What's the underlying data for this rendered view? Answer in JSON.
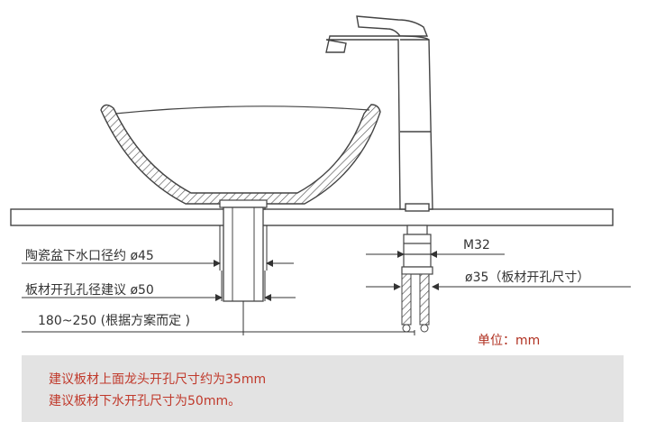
{
  "labels": {
    "drain_diameter": "陶瓷盆下水口径约 ø45",
    "board_hole": "板材开孔孔径建议 ø50",
    "spacing": "180~250 (根据方案而定 )",
    "thread": "M32",
    "faucet_hole": "ø35（板材开孔尺寸）",
    "unit": "单位：mm"
  },
  "notes": {
    "line1": "建议板材上面龙头开孔尺寸约为35mm",
    "line2": "建议板材下水开孔尺寸为50mm。"
  },
  "colors": {
    "line": "#444444",
    "hatch": "#555555",
    "note_text": "#c0392b",
    "note_bg": "#e3e3e3"
  }
}
